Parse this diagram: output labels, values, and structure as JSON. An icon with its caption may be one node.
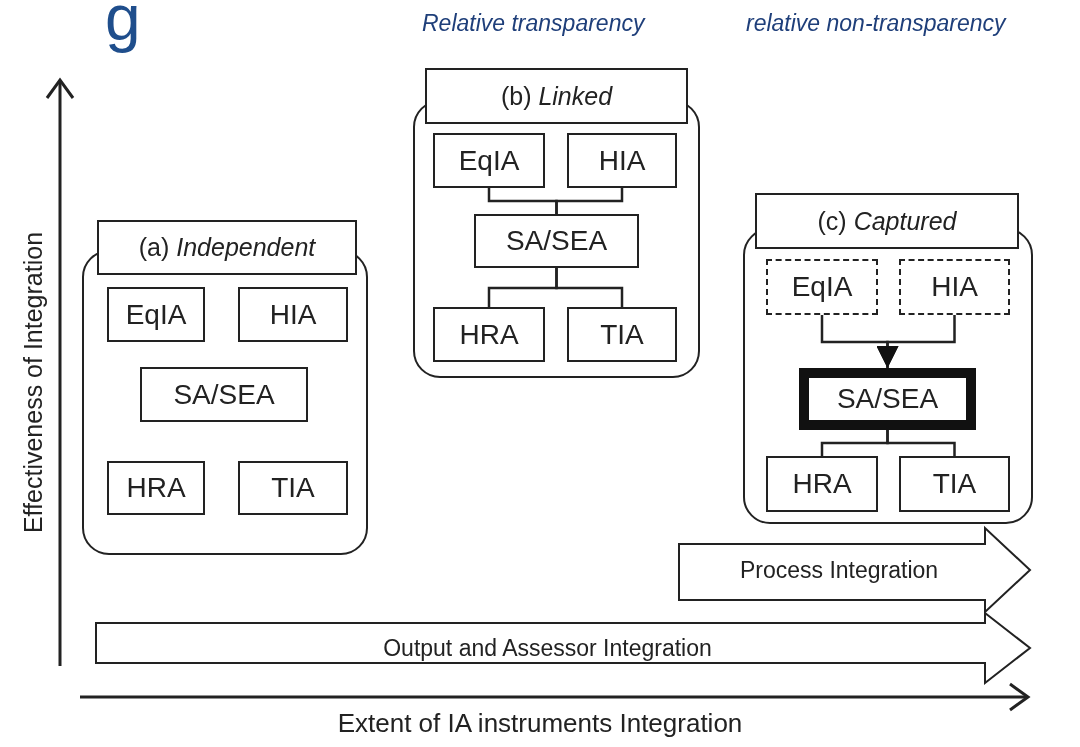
{
  "diagram": {
    "nodes": [
      {
        "text": [
          "(a) *Independent*"
        ]
      },
      {
        "text": [
          "EqIA"
        ],
        "in": 0
      },
      {
        "text": [
          "HIA"
        ],
        "in": 0
      },
      {
        "text": [
          "SA/SEA"
        ],
        "in": 0
      },
      {
        "text": [
          "HRA"
        ],
        "in": 0
      },
      {
        "text": [
          "TIA"
        ],
        "in": 0
      },
      {
        "text": [
          "(b) *Linked*"
        ]
      },
      {
        "text": [
          "EqIA"
        ],
        "in": 6
      },
      {
        "text": [
          "HIA"
        ],
        "in": 6
      },
      {
        "text": [
          "SA/SEA"
        ],
        "in": 6
      },
      {
        "text": [
          "HRA"
        ],
        "in": 6
      },
      {
        "text": [
          "TIA"
        ],
        "in": 6
      },
      {
        "text": [
          "(c) *Captured*"
        ]
      },
      {
        "text": [
          "EqIA"
        ],
        "in": 12
      },
      {
        "text": [
          "HIA"
        ],
        "in": 12
      },
      {
        "text": [
          "SA/SEA"
        ],
        "in": 12
      },
      {
        "text": [
          "HRA"
        ],
        "in": 12
      },
      {
        "text": [
          "TIA"
        ],
        "in": 12
      },
      {
        "text": [
          "Process Integration"
        ]
      },
      {
        "text": [
          "Output and Assessor Integration"
        ]
      }
    ],
    "edges": [
      {
        "from": 7,
        "to": 9,
        "arrow": "none"
      },
      {
        "from": 8,
        "to": 9,
        "arrow": "none"
      },
      {
        "from": 9,
        "to": 10,
        "arrow": "none"
      },
      {
        "from": 9,
        "to": 11,
        "arrow": "none"
      },
      {
        "from": 13,
        "to": 15,
        "arrow": "to"
      },
      {
        "from": 14,
        "to": 15,
        "arrow": "to"
      },
      {
        "from": 15,
        "to": 16,
        "arrow": "none"
      },
      {
        "from": 15,
        "to": 17,
        "arrow": "none"
      }
    ],
    "labels": [
      "g",
      "Relative transparency",
      "relative non-transparency",
      "Effectiveness of Integration",
      "Extent of IA instruments Integration"
    ]
  }
}
